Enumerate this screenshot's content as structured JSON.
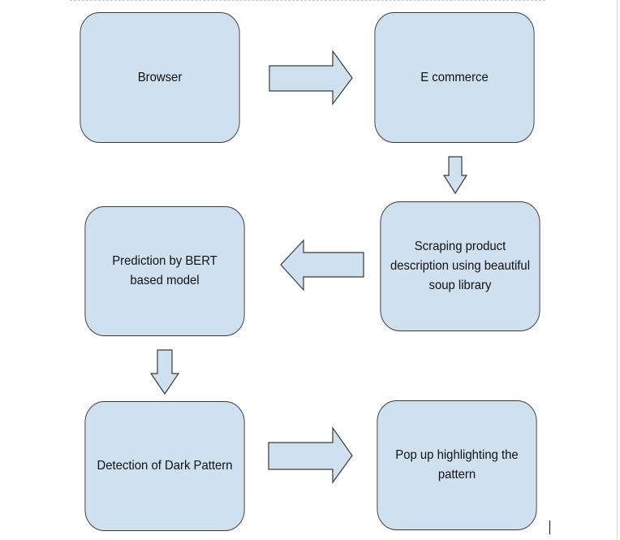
{
  "diagram": {
    "nodes": [
      {
        "id": "browser",
        "label": "Browser"
      },
      {
        "id": "ecommerce",
        "label": "E commerce"
      },
      {
        "id": "scraping",
        "label": "Scraping product description using beautiful soup library"
      },
      {
        "id": "prediction",
        "label": "Prediction by BERT based model"
      },
      {
        "id": "detection",
        "label": "Detection of Dark Pattern"
      },
      {
        "id": "popup",
        "label": "Pop up highlighting the pattern"
      }
    ],
    "edges": [
      {
        "from": "browser",
        "to": "ecommerce",
        "direction": "right"
      },
      {
        "from": "ecommerce",
        "to": "scraping",
        "direction": "down"
      },
      {
        "from": "scraping",
        "to": "prediction",
        "direction": "left"
      },
      {
        "from": "prediction",
        "to": "detection",
        "direction": "down"
      },
      {
        "from": "detection",
        "to": "popup",
        "direction": "right"
      }
    ],
    "colors": {
      "node_fill": "#cfe0f1",
      "arrow_fill": "#cfe0f1",
      "stroke": "#3a3a3a"
    }
  }
}
